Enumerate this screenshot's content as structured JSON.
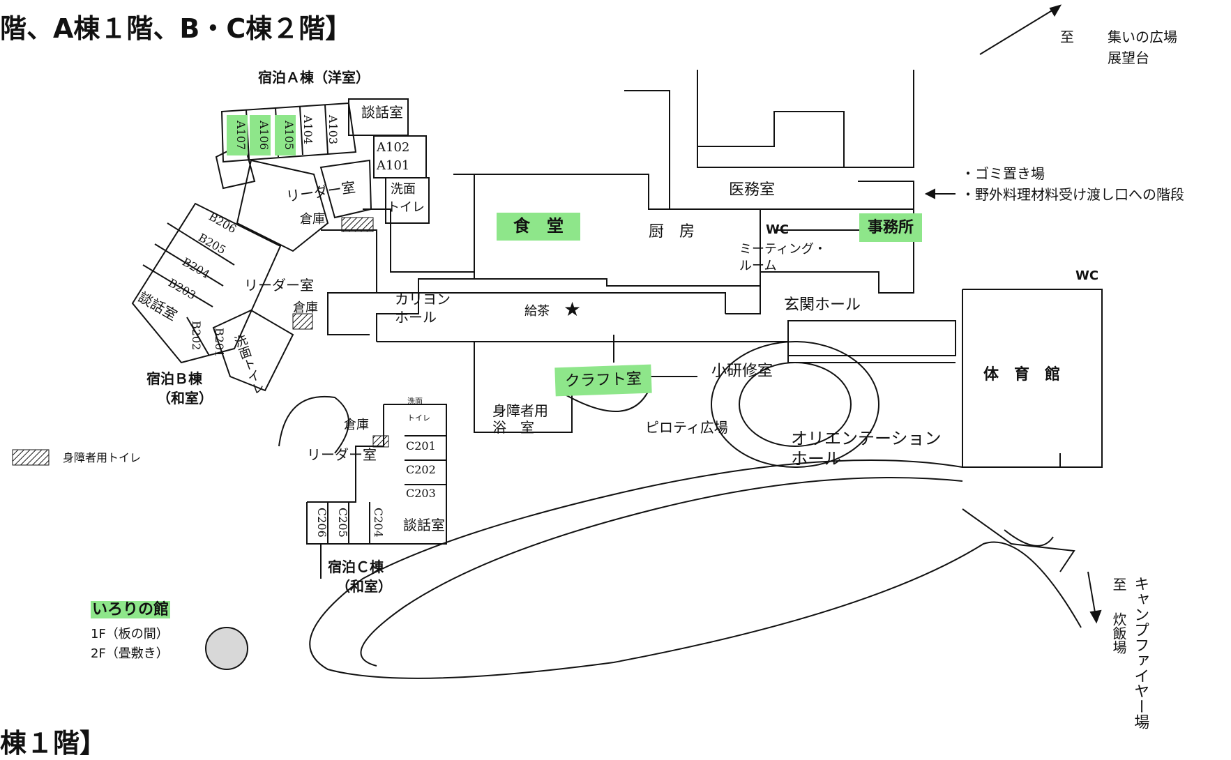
{
  "title_top": "階、A棟１階、B・C棟２階】",
  "title_bottom": "棟１階】",
  "direction_ne": {
    "to": "至",
    "line1": "集いの広場",
    "line2": "展望台"
  },
  "direction_se": {
    "to": "至",
    "col1": "キャンプファイヤー場",
    "col2": "炊飯場"
  },
  "notes": {
    "garbage": "・ゴミ置き場",
    "stairs": "・野外料理材料受け渡し口への階段"
  },
  "lodging_a": {
    "label": "宿泊Ａ棟（洋室）",
    "rooms": [
      "A107",
      "A106",
      "A105",
      "A104",
      "A103"
    ],
    "side_rooms": [
      "A102",
      "A101"
    ],
    "lounge": "談話室",
    "washroom": "洗面",
    "toilet": "トイレ"
  },
  "lodging_b": {
    "label": "宿泊Ｂ棟",
    "sublabel": "（和室）",
    "rooms": [
      "B206",
      "B205",
      "B204",
      "B203"
    ],
    "lower_rooms": [
      "B202",
      "B201"
    ],
    "lounge": "談話室",
    "wash_toilet": "洗面トイレ"
  },
  "lodging_c": {
    "label": "宿泊Ｃ棟",
    "sublabel": "（和室）",
    "rooms": [
      "C201",
      "C202",
      "C203"
    ],
    "lower_rooms": [
      "C206",
      "C205",
      "C204"
    ],
    "lounge": "談話室",
    "washroom": "洗面",
    "toilet": "トイレ"
  },
  "rooms": {
    "leader_room": "リーダー室",
    "storage": "倉庫",
    "dining": "食　堂",
    "kitchen": "厨　房",
    "wc": "WC",
    "office": "事務所",
    "medical": "医務室",
    "meeting_line1": "ミーティング・",
    "meeting_line2": "ルーム",
    "carillon_line1": "カリヨン",
    "carillon_line2": "ホール",
    "tea": "給茶",
    "entrance_hall": "玄関ホール",
    "gym": "体　育　館",
    "craft": "クラフト室",
    "small_training": "小研修室",
    "accessible_bath_line1": "身障者用",
    "accessible_bath_line2": "浴　室",
    "piloti": "ピロティ広場",
    "orientation_line1": "オリエンテーション",
    "orientation_line2": "ホール"
  },
  "legend": {
    "accessible_toilet": "身障者用トイレ"
  },
  "irori": {
    "name": "いろりの館",
    "floor1": "1F（板の間）",
    "floor2": "2F（畳敷き）"
  },
  "colors": {
    "highlight": "#8ee68a",
    "irori_circle": "#d8d8d8"
  }
}
